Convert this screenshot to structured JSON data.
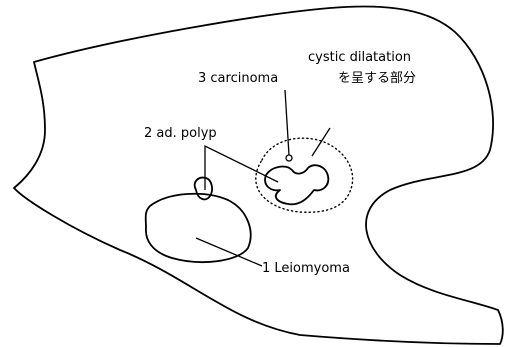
{
  "labels": {
    "cystic": "cystic dilatation",
    "carcinoma": "3 carcinoma",
    "carcinoma_suffix": "を呈する部分",
    "polyp": "2 ad. polyp",
    "leiomyoma": "1 Leiomyoma"
  },
  "colors": {
    "ink": "#000000",
    "background": "#ffffff"
  }
}
